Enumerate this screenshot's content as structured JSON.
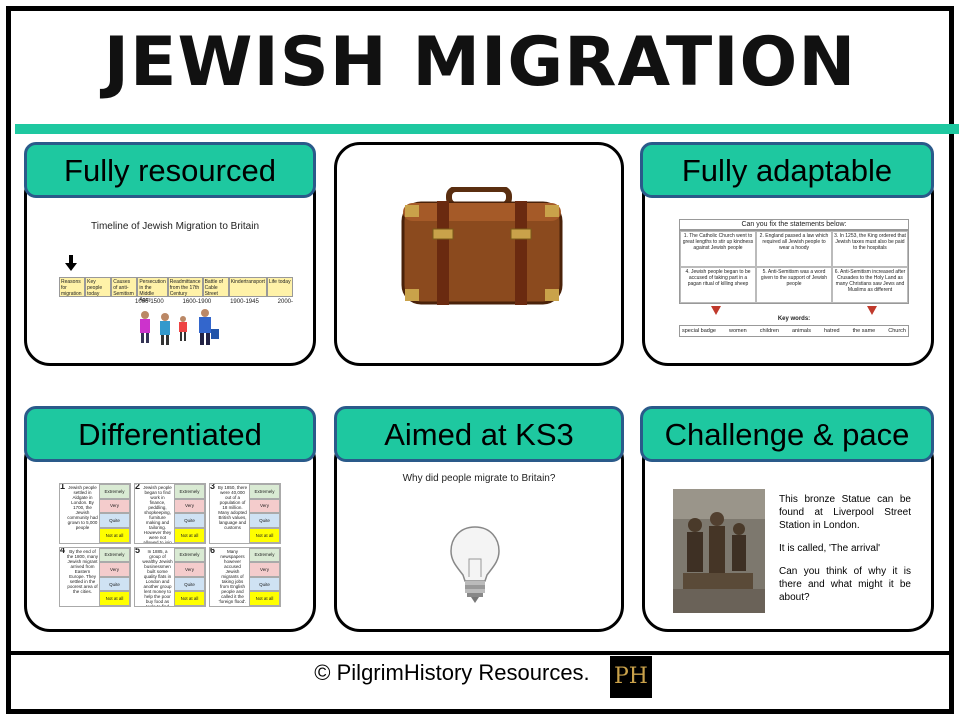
{
  "title": "JEWISH MIGRATION",
  "footer": {
    "copyright": "© PilgrimHistory Resources.",
    "logo_text": "PH"
  },
  "cards": {
    "fully_resourced": {
      "header": "Fully resourced",
      "thumb_title": "Timeline of Jewish Migration to Britain",
      "timeline_cells": [
        "Reasons for migration",
        "Key people today",
        "Causes of anti-Semitism",
        "Persecution in the Middle Ages",
        "Readmittance from the 17th Century",
        "Battle of Cable Street",
        "Kindertransport",
        "Life today"
      ],
      "timeline_dates": [
        "1066-1500",
        "1600-1900",
        "1900-1945",
        "2000-"
      ]
    },
    "suitcase": {
      "icon": "suitcase-icon"
    },
    "fully_adaptable": {
      "header": "Fully adaptable",
      "thumb_title": "Can you fix the statements below:",
      "statements": [
        "1. The Catholic Church went to great lengths to stir up kindness against Jewish people",
        "2. England passed a law which required all Jewish people to wear a hoody",
        "3. In 1253, the King ordered that Jewish taxes must also be paid to the hospitals",
        "4. Jewish people began to be accused of taking part in a pagan ritual of killing sheep",
        "5. Anti-Semitism was a word given to the support of Jewish people",
        "6. Anti-Semitism increased after Crusades to the Holy Land as many Christians saw Jews and Muslims as different"
      ],
      "key_words_label": "Key words:",
      "key_words": [
        "special badge",
        "women",
        "children",
        "animals",
        "hatred",
        "the same",
        "Church"
      ]
    },
    "differentiated": {
      "header": "Differentiated",
      "rating_labels": [
        "Extremely",
        "Very",
        "Quite",
        "Not at all"
      ],
      "boxes": [
        {
          "num": "1",
          "text": "Jewish people settled in Aldgate in London. By 1700, the Jewish community had grown to 5,000 people"
        },
        {
          "num": "2",
          "text": "Jewish people began to find work in finance, peddling, shopkeeping, furniture making and tailoring. However they were not allowed to join the army or go to University."
        },
        {
          "num": "3",
          "text": "By 1850, there were 40,000 out of a population of 18 million. Many adopted British values, language and customs"
        },
        {
          "num": "4",
          "text": "By the end of the 1800, many Jewish migrant arrived from Eastern Europe. They settled in the poorest area of the cities."
        },
        {
          "num": "5",
          "text": "In 1885, a group of wealthy Jewish businessmen built some quality flats in London and another group lent money to help the poor buy food as tools to find work"
        },
        {
          "num": "6",
          "text": "Many newspapers however accused Jewish migrants of taking jobs from English people and called it the 'foreign flood'."
        }
      ]
    },
    "aimed_ks3": {
      "header": "Aimed at KS3",
      "question": "Why did people migrate to Britain?",
      "icon": "lightbulb-icon"
    },
    "challenge_pace": {
      "header": "Challenge & pace",
      "para1": "This bronze Statue can be found at Liverpool Street Station in London.",
      "para2": "It is called, 'The arrival'",
      "para3": "Can you think of why it is there and what might it be about?"
    }
  },
  "colors": {
    "teal": "#1ec8a0",
    "header_border": "#2a5a8a",
    "suitcase": "#8b4a1e"
  }
}
